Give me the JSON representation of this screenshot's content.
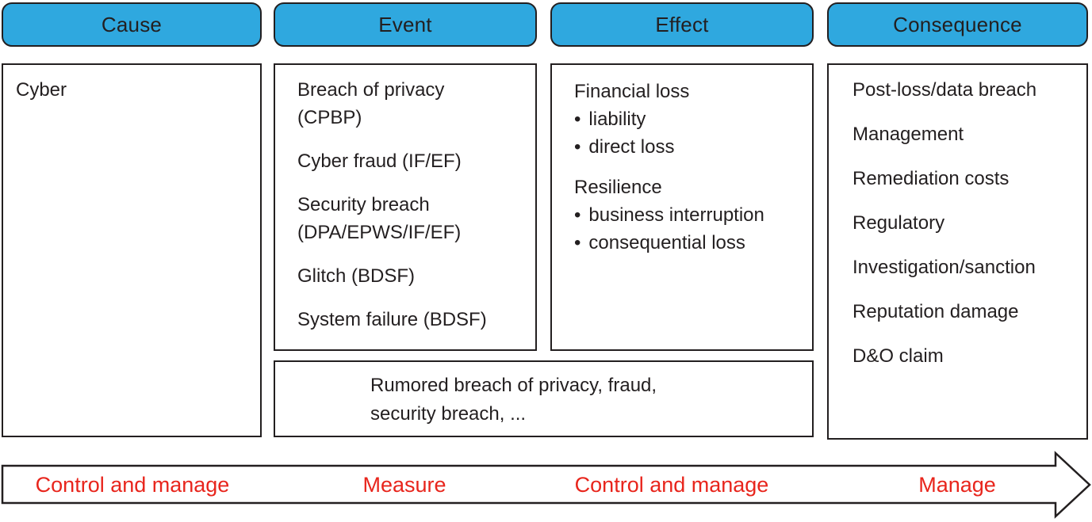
{
  "diagram": {
    "headers": [
      {
        "label": "Cause"
      },
      {
        "label": "Event"
      },
      {
        "label": "Effect"
      },
      {
        "label": "Consequence"
      }
    ],
    "cause": {
      "items": [
        "Cyber"
      ]
    },
    "event": {
      "items": [
        "Breach of privacy\n(CPBP)",
        "Cyber fraud (IF/EF)",
        "Security breach\n(DPA/EPWS/IF/EF)",
        "Glitch (BDSF)",
        "System failure (BDSF)"
      ]
    },
    "effect": {
      "bullet": "•",
      "groups": [
        {
          "title": "Financial loss",
          "bullets": [
            "liability",
            "direct loss"
          ]
        },
        {
          "title": "Resilience",
          "bullets": [
            "business interruption",
            "consequential loss"
          ]
        }
      ]
    },
    "consequence": {
      "items": [
        "Post-loss/data breach",
        "Management",
        "Remediation costs",
        "Regulatory",
        "Investigation/sanction",
        "Reputation damage",
        "D&O claim"
      ]
    },
    "rumored": {
      "text": "Rumored breach of privacy, fraud,\nsecurity breach, ..."
    },
    "arrow": {
      "labels": [
        "Control and manage",
        "Measure",
        "Control and manage",
        "Manage"
      ]
    },
    "colors": {
      "header_fill": "#2FA8DF",
      "outline": "#231F20",
      "text": "#231F20",
      "label_red": "#E8251C"
    }
  }
}
